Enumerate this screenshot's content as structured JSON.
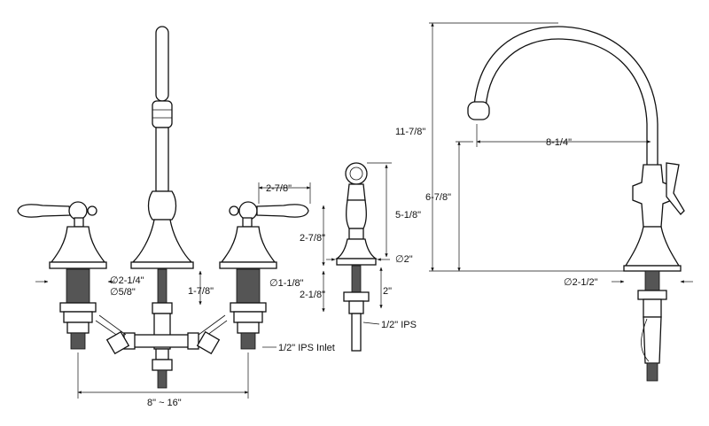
{
  "dimensions": {
    "top_width": "2-7/8\"",
    "handle_height": "2-7/8\"",
    "spout_base_dia": "∅2-1/4\"",
    "shank_dia": "∅5/8\"",
    "spout_shank_len": "1-7/8\"",
    "valve_shank_dia": "∅1-1/8\"",
    "valve_shank_len": "2-1/8\"",
    "inlet": "1/2\" IPS Inlet",
    "spread": "8\" ~ 16\"",
    "spray_height": "5-1/8\"",
    "spray_base_dia": "∅2\"",
    "spray_shank_len": "2\"",
    "spray_ips": "1/2\" IPS",
    "overall_height": "11-7/8\"",
    "spout_height": "6-7/8\"",
    "reach": "8-1/4\"",
    "side_base_dia": "∅2-1/2\""
  }
}
